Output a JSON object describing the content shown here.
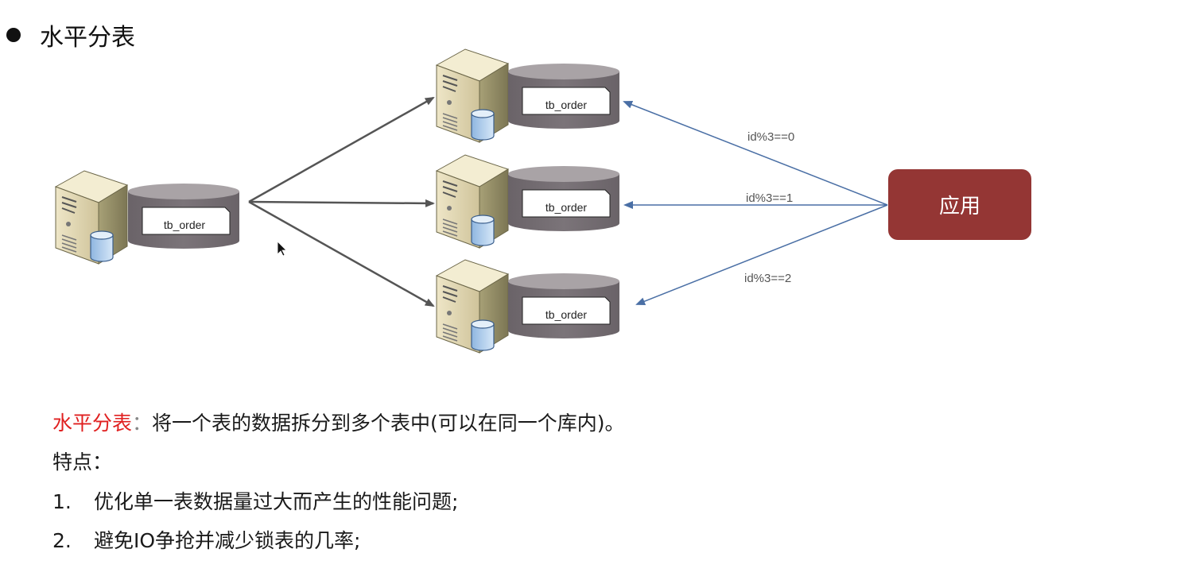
{
  "title": "水平分表",
  "table_label": "tb_order",
  "conditions": [
    "id%3==0",
    "id%3==1",
    "id%3==2"
  ],
  "app_label": "应用",
  "description": {
    "term": "水平分表",
    "colon": "：",
    "definition": "将一个表的数据拆分到多个表中(可以在同一个库内)。",
    "features_label": "特点：",
    "items": [
      {
        "num": "1.",
        "text": "优化单一表数据量过大而产生的性能问题;"
      },
      {
        "num": "2.",
        "text": "避免IO争抢并减少锁表的几率;"
      }
    ]
  },
  "colors": {
    "app_box": "#943634",
    "highlight": "#e02020",
    "arrow_dark": "#555555",
    "arrow_blue": "#4a6fa5"
  },
  "icons": {
    "server": "server-with-database-icon",
    "table": "table-cylinder-icon",
    "bullet": "bullet-dot"
  }
}
